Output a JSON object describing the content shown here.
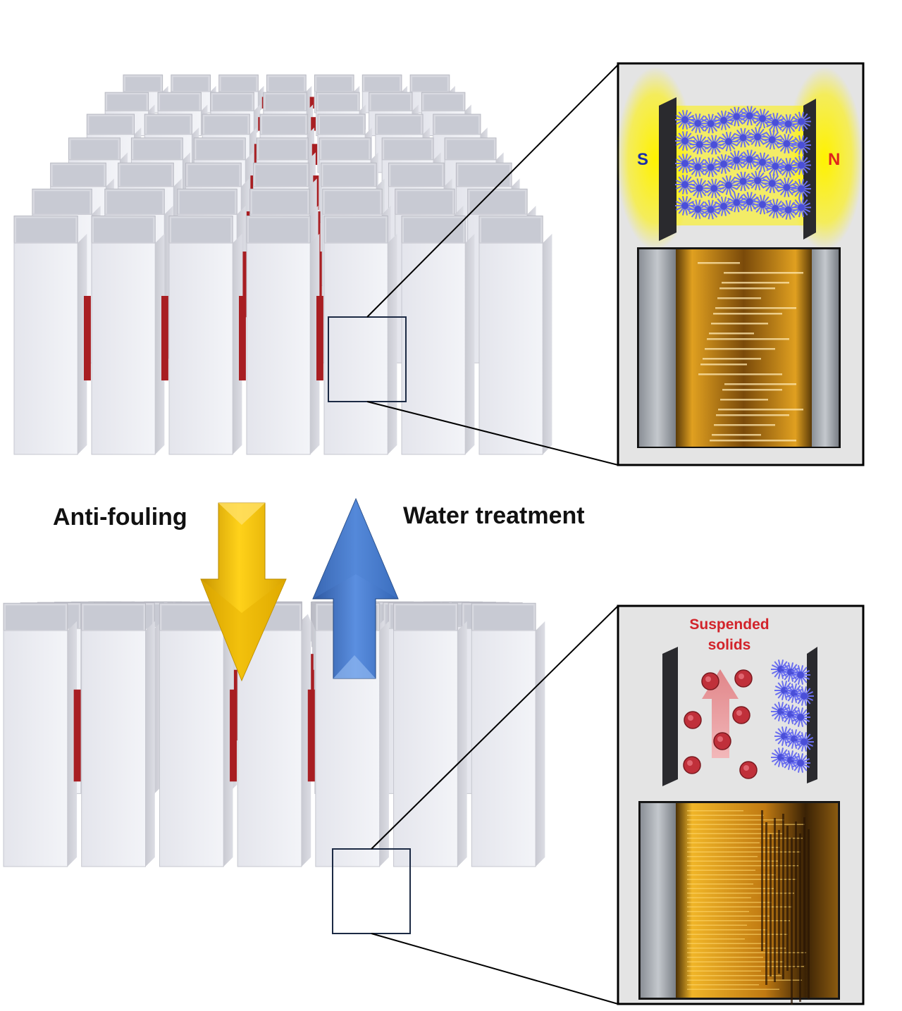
{
  "labels": {
    "anti_fouling": "Anti-fouling",
    "water_treatment": "Water treatment",
    "pole_s": "S",
    "pole_n": "N",
    "suspended_line1": "Suspended",
    "suspended_line2": "solids"
  },
  "colors": {
    "background": "#ffffff",
    "plate_white": "#ecedf3",
    "magnet_red": "#a81e22",
    "field_glow": "#fff200",
    "nanoparticle_blue": "#6a6ff0",
    "solid_red": "#c0303a",
    "photo_amber": "#c98a0e",
    "arrow_gold": "#f2c200",
    "arrow_blue": "#3b6fc4",
    "pole_s_color": "#1a2ea8",
    "pole_n_color": "#e0241c",
    "suspended_color": "#d2232a"
  },
  "icons": {
    "down_arrow": "gold-down-arrow-icon",
    "up_arrow": "blue-up-arrow-icon",
    "magnet_plate": "magnet-plate-icon"
  }
}
